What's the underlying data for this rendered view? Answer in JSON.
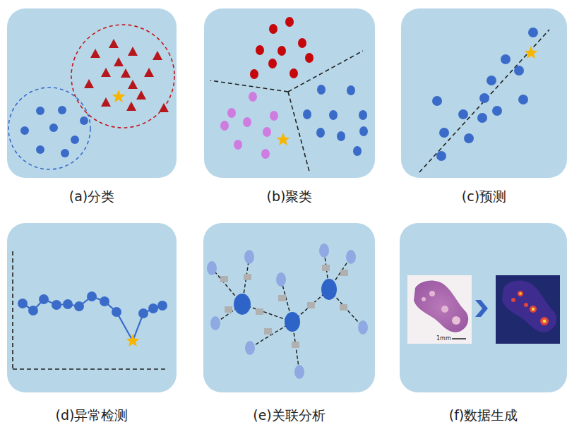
{
  "diagram": {
    "nodes": [
      {
        "text": [
          "(a)分类"
        ]
      },
      {
        "text": [
          "(b)聚类"
        ]
      },
      {
        "text": [
          "(c)预测"
        ]
      },
      {
        "text": [
          "(d)异常检测"
        ]
      },
      {
        "text": [
          "(e)关联分析"
        ]
      },
      {
        "text": [
          "(f)数据生成"
        ]
      }
    ],
    "labels": [
      "1mm"
    ]
  }
}
